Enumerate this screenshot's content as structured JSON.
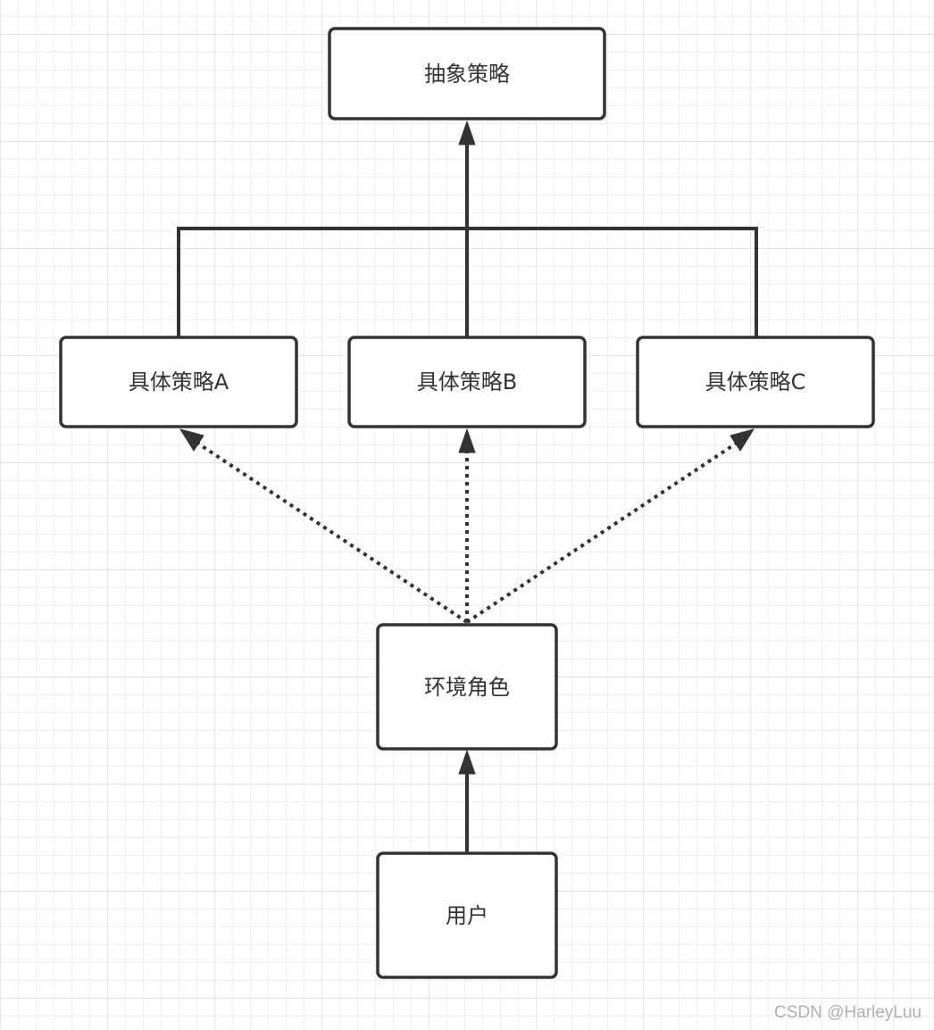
{
  "nodes": {
    "abstract_strategy": "抽象策略",
    "strategy_a": "具体策略A",
    "strategy_b": "具体策略B",
    "strategy_c": "具体策略C",
    "context": "环境角色",
    "user": "用户"
  },
  "edges": [
    {
      "from": "strategy_a",
      "to": "abstract_strategy",
      "style": "solid"
    },
    {
      "from": "strategy_b",
      "to": "abstract_strategy",
      "style": "solid"
    },
    {
      "from": "strategy_c",
      "to": "abstract_strategy",
      "style": "solid"
    },
    {
      "from": "context",
      "to": "strategy_a",
      "style": "dotted"
    },
    {
      "from": "context",
      "to": "strategy_b",
      "style": "dotted"
    },
    {
      "from": "context",
      "to": "strategy_c",
      "style": "dotted"
    },
    {
      "from": "user",
      "to": "context",
      "style": "solid"
    }
  ],
  "watermark": "CSDN @HarleyLuu",
  "colors": {
    "stroke": "#333333",
    "background": "#ffffff",
    "grid": "#e4e4e4"
  }
}
